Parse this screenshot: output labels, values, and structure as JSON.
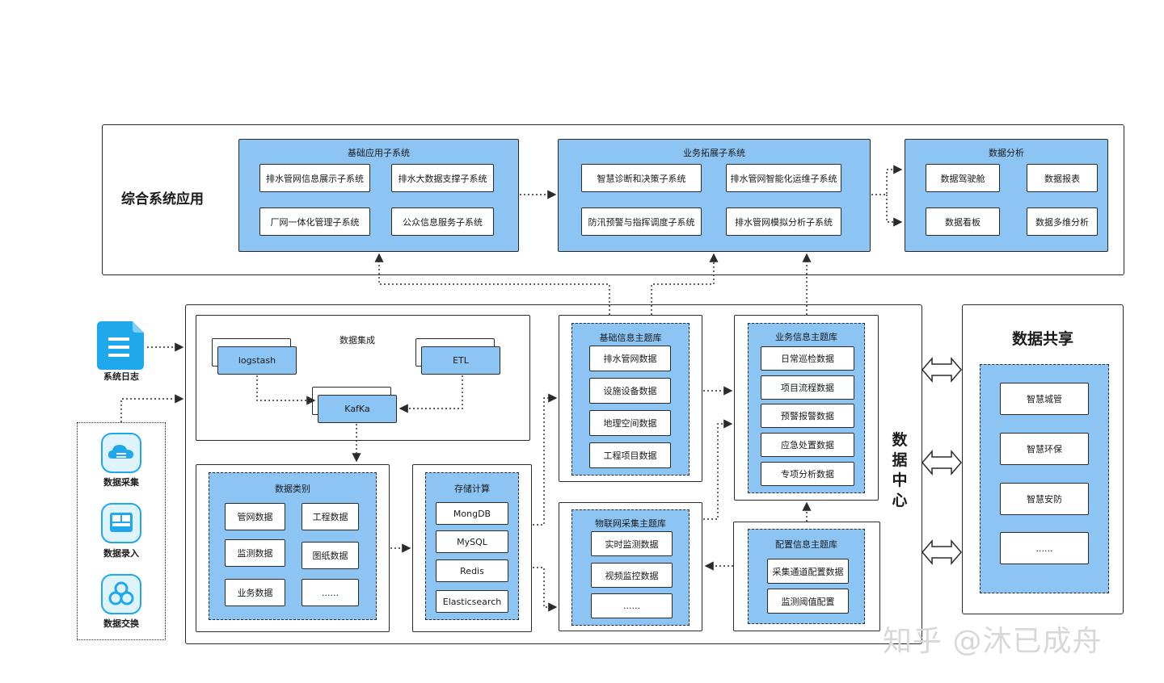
{
  "top": {
    "title": "综合系统应用",
    "basic": {
      "title": "基础应用子系统",
      "items": [
        "排水管网信息展示子系统",
        "排水大数据支撑子系统",
        "厂网一体化管理子系统",
        "公众信息服务子系统"
      ]
    },
    "biz": {
      "title": "业务拓展子系统",
      "items": [
        "智慧诊断和决策子系统",
        "排水管网智能化运维子系统",
        "防汛预警与指挥调度子系统",
        "排水管网模拟分析子系统"
      ]
    },
    "analysis": {
      "title": "数据分析",
      "items": [
        "数据驾驶舱",
        "数据报表",
        "数据看板",
        "数据多维分析"
      ]
    }
  },
  "left": {
    "log_label": "系统日志",
    "items": [
      "数据采集",
      "数据录入",
      "数据交换"
    ]
  },
  "center": {
    "title_chars": [
      "数",
      "据",
      "中",
      "心"
    ],
    "integration": {
      "title": "数据集成",
      "logstash": "logstash",
      "etl": "ETL",
      "kafka": "KafKa"
    },
    "categories": {
      "title": "数据类别",
      "items": [
        "管网数据",
        "工程数据",
        "监测数据",
        "图纸数据",
        "业务数据",
        "......"
      ]
    },
    "storage": {
      "title": "存储计算",
      "items": [
        "MongDB",
        "MySQL",
        "Redis",
        "Elasticsearch"
      ]
    },
    "basic_topic": {
      "title": "基础信息主题库",
      "items": [
        "排水管网数据",
        "设施设备数据",
        "地理空间数据",
        "工程项目数据"
      ]
    },
    "biz_topic": {
      "title": "业务信息主题库",
      "items": [
        "日常巡检数据",
        "项目流程数据",
        "预警报警数据",
        "应急处置数据",
        "专项分析数据"
      ]
    },
    "iot_topic": {
      "title": "物联网采集主题库",
      "items": [
        "实时监测数据",
        "视频监控数据",
        "......"
      ]
    },
    "config_topic": {
      "title": "配置信息主题库",
      "items": [
        "采集通道配置数据",
        "监测阈值配置"
      ]
    }
  },
  "share": {
    "title": "数据共享",
    "items": [
      "智慧城管",
      "智慧环保",
      "智慧安防",
      "......"
    ]
  },
  "watermark": "知乎 @沐已成舟",
  "colors": {
    "accent_blue": "#8cc4f4",
    "icon_blue": "#1fa8ec",
    "border": "#2b2b2b"
  }
}
